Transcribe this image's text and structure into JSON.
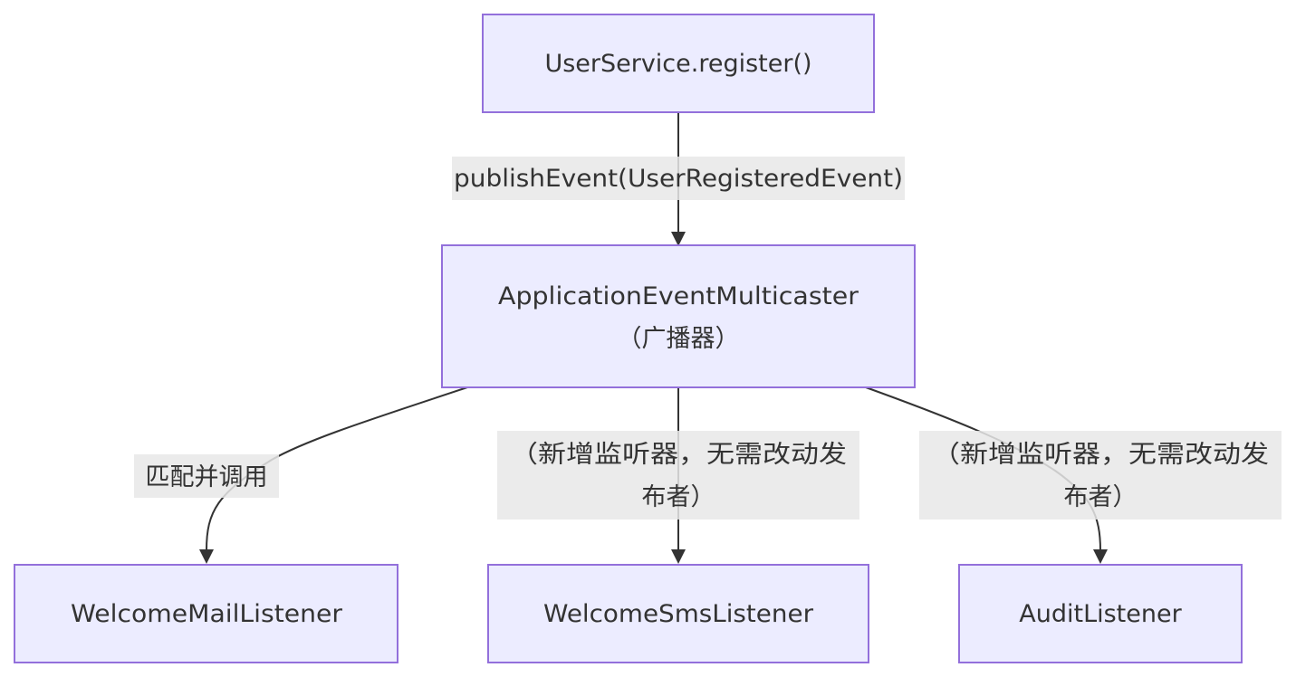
{
  "nodes": {
    "register": {
      "text": "UserService.register()"
    },
    "multicaster": {
      "line1": "ApplicationEventMulticaster",
      "line2": "（广播器）"
    },
    "mail": {
      "text": "WelcomeMailListener"
    },
    "sms": {
      "text": "WelcomeSmsListener"
    },
    "audit": {
      "text": "AuditListener"
    }
  },
  "edges": {
    "publish": {
      "label": "publishEvent(UserRegisteredEvent)"
    },
    "to_mail": {
      "label": "匹配并调用"
    },
    "to_sms": {
      "line1": "（新增监听器，无需改动发",
      "line2": "布者）"
    },
    "to_audit": {
      "line1": "（新增监听器，无需改动发",
      "line2": "布者）"
    }
  },
  "colors": {
    "node_fill": "#ECECFF",
    "node_stroke": "#9370DB",
    "edge": "#333333",
    "label_bg": "#E8E8E8",
    "text": "#333333"
  }
}
